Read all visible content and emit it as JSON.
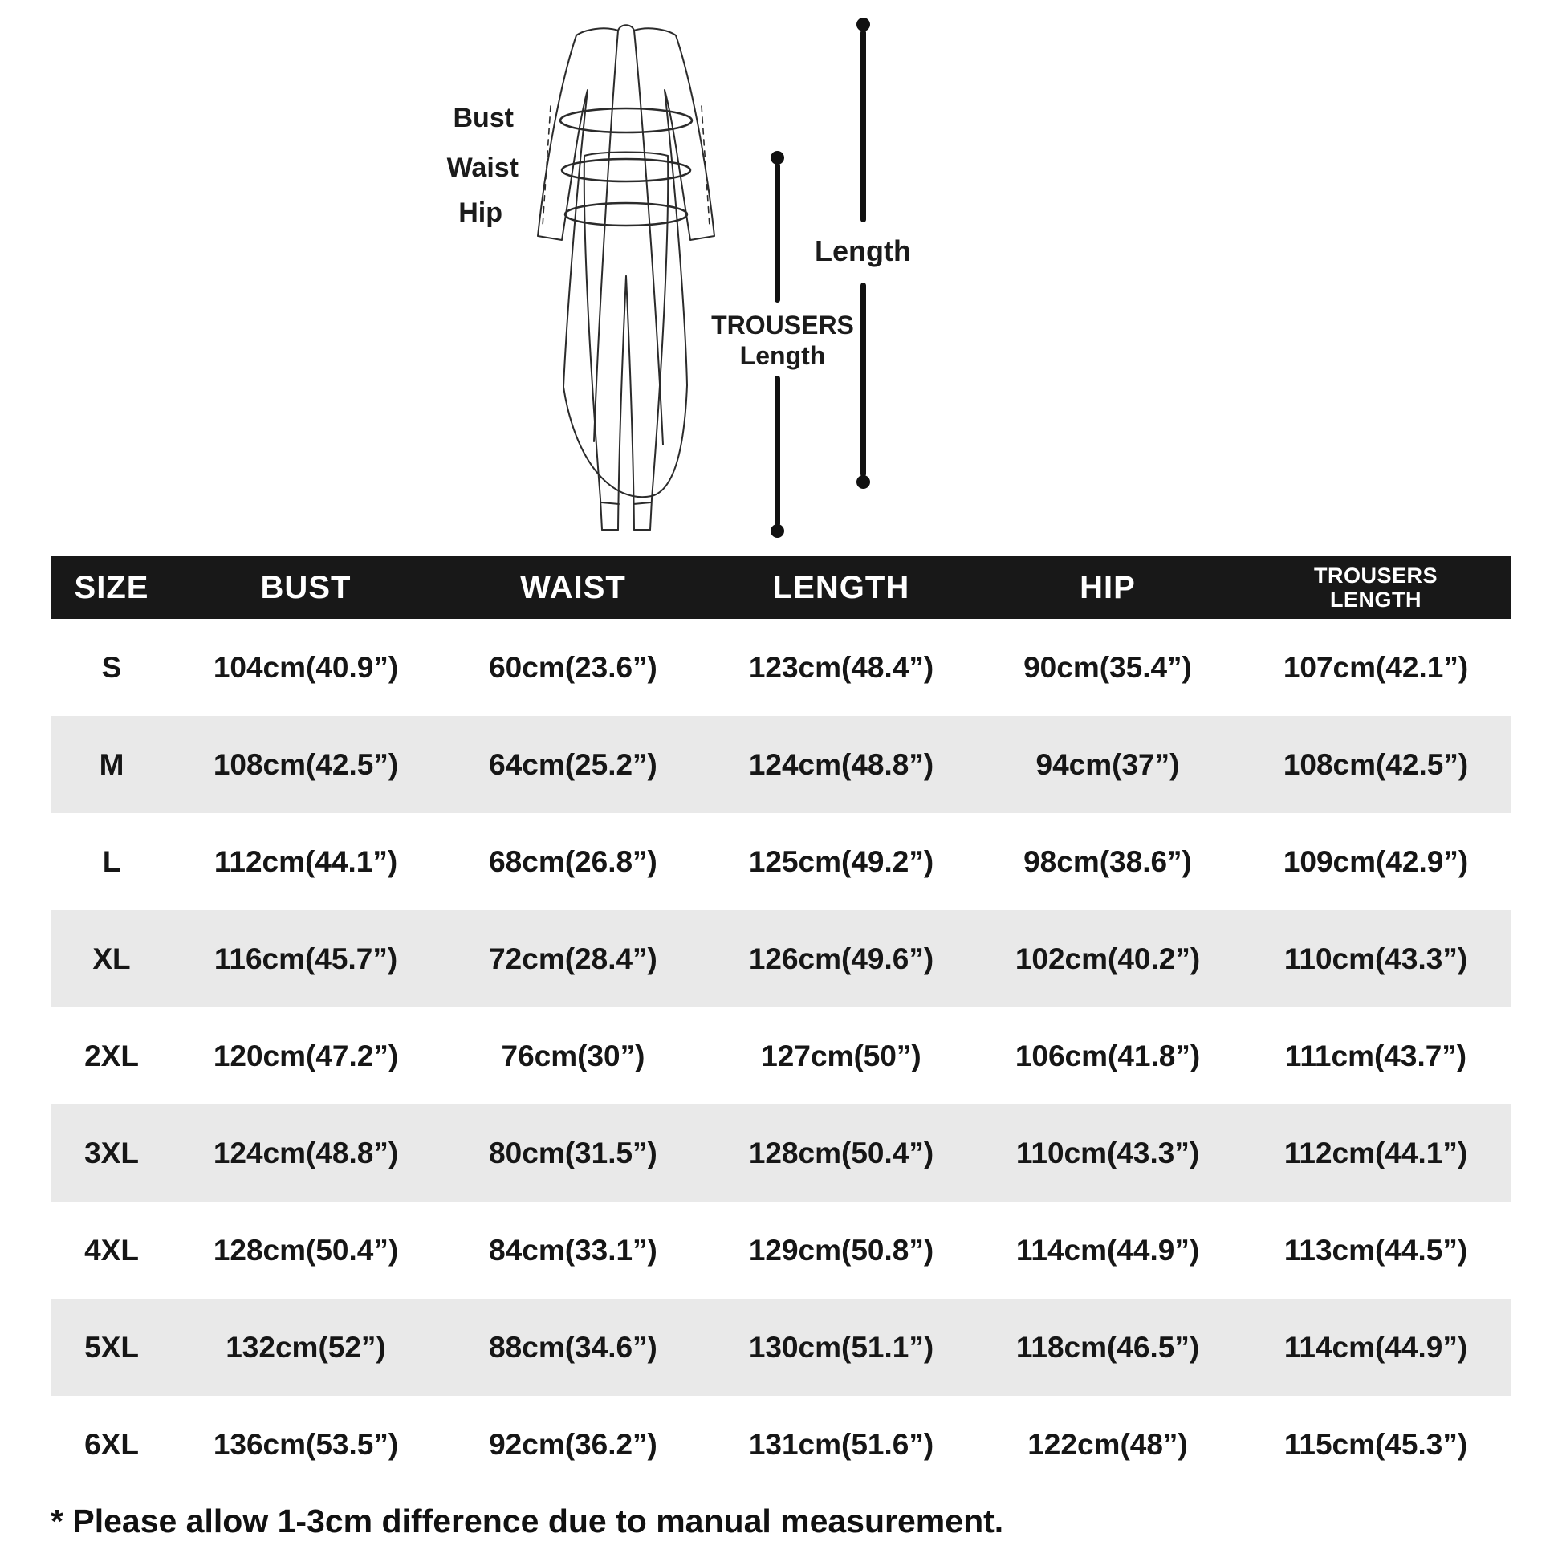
{
  "diagram": {
    "labels": {
      "bust": "Bust",
      "waist": "Waist",
      "hip": "Hip",
      "length": "Length",
      "trousers_line1": "TROUSERS",
      "trousers_line2": "Length"
    }
  },
  "chart_data": {
    "type": "table",
    "columns": [
      "SIZE",
      "BUST",
      "WAIST",
      "LENGTH",
      "HIP",
      "TROUSERS LENGTH"
    ],
    "rows": [
      [
        "S",
        "104cm(40.9”)",
        "60cm(23.6”)",
        "123cm(48.4”)",
        "90cm(35.4”)",
        "107cm(42.1”)"
      ],
      [
        "M",
        "108cm(42.5”)",
        "64cm(25.2”)",
        "124cm(48.8”)",
        "94cm(37”)",
        "108cm(42.5”)"
      ],
      [
        "L",
        "112cm(44.1”)",
        "68cm(26.8”)",
        "125cm(49.2”)",
        "98cm(38.6”)",
        "109cm(42.9”)"
      ],
      [
        "XL",
        "116cm(45.7”)",
        "72cm(28.4”)",
        "126cm(49.6”)",
        "102cm(40.2”)",
        "110cm(43.3”)"
      ],
      [
        "2XL",
        "120cm(47.2”)",
        "76cm(30”)",
        "127cm(50”)",
        "106cm(41.8”)",
        "111cm(43.7”)"
      ],
      [
        "3XL",
        "124cm(48.8”)",
        "80cm(31.5”)",
        "128cm(50.4”)",
        "110cm(43.3”)",
        "112cm(44.1”)"
      ],
      [
        "4XL",
        "128cm(50.4”)",
        "84cm(33.1”)",
        "129cm(50.8”)",
        "114cm(44.9”)",
        "113cm(44.5”)"
      ],
      [
        "5XL",
        "132cm(52”)",
        "88cm(34.6”)",
        "130cm(51.1”)",
        "118cm(46.5”)",
        "114cm(44.9”)"
      ],
      [
        "6XL",
        "136cm(53.5”)",
        "92cm(36.2”)",
        "131cm(51.6”)",
        "122cm(48”)",
        "115cm(45.3”)"
      ]
    ]
  },
  "footer": {
    "note": "* Please allow 1-3cm difference due to manual measurement."
  },
  "colors": {
    "header_bg": "#181818",
    "row_alt": "#e9e9e9",
    "line": "#2b2b2b",
    "text": "#111111"
  }
}
